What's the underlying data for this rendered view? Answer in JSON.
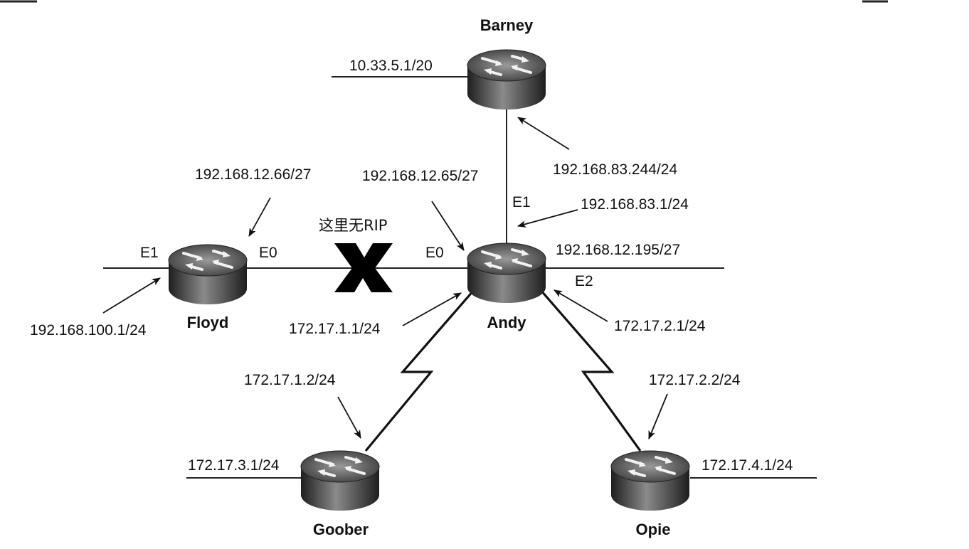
{
  "routers": {
    "barney": "Barney",
    "floyd": "Floyd",
    "andy": "Andy",
    "goober": "Goober",
    "opie": "Opie"
  },
  "interfaces": {
    "floyd_e1": "E1",
    "floyd_e0": "E0",
    "andy_e0": "E0",
    "andy_e1": "E1",
    "andy_e2": "E2"
  },
  "addresses": {
    "barney_lan": "10.33.5.1/20",
    "barney_link": "192.168.83.244/24",
    "andy_e1": "192.168.83.1/24",
    "floyd_e0": "192.168.12.66/27",
    "andy_e0": "192.168.12.65/27",
    "andy_e2": "192.168.12.195/27",
    "floyd_e1": "192.168.100.1/24",
    "andy_s_goober": "172.17.1.1/24",
    "andy_s_opie": "172.17.2.1/24",
    "goober_serial": "172.17.1.2/24",
    "opie_serial": "172.17.2.2/24",
    "goober_lan": "172.17.3.1/24",
    "opie_lan": "172.17.4.1/24"
  },
  "annotations": {
    "no_rip": "这里无RIP"
  }
}
